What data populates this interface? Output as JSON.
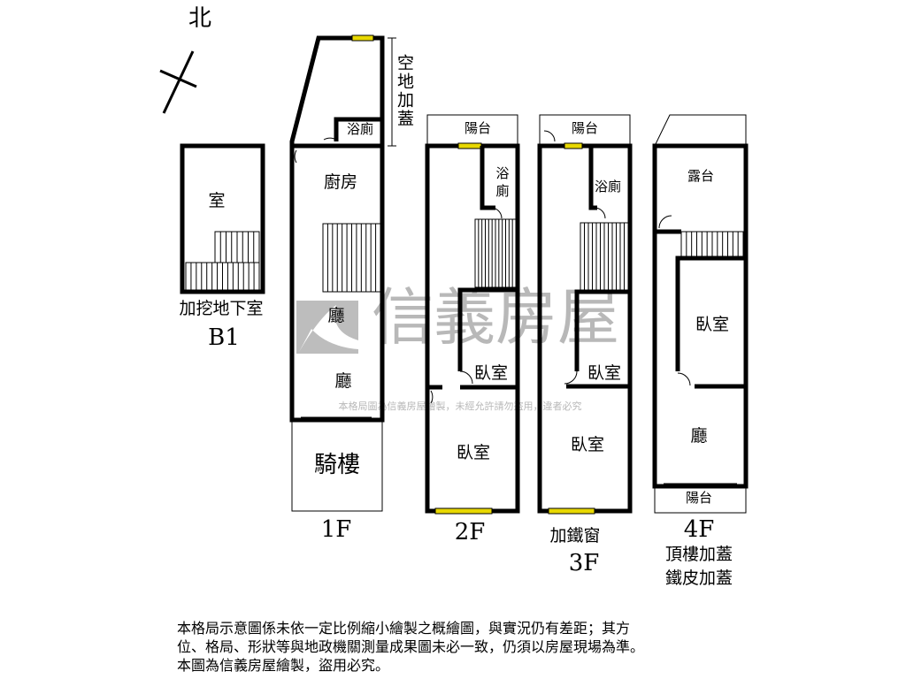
{
  "compass": {
    "north_label": "北"
  },
  "watermark": {
    "brand": "信義房屋",
    "notice": "本格局圖為信義房屋繪製，未經允許請勿盜用，違者必究"
  },
  "floors": {
    "b1": {
      "room": "室",
      "caption": "加挖地下室",
      "floor_label": "B1"
    },
    "f1": {
      "bath": "浴廁",
      "kitchen": "廚房",
      "living1": "廳",
      "living2": "廳",
      "arcade": "騎樓",
      "extension_note": "空地加蓋",
      "floor_label": "1F"
    },
    "f2": {
      "balcony": "陽台",
      "bath_1": "浴",
      "bath_2": "廁",
      "bedroom1": "臥室",
      "bedroom2": "臥室",
      "floor_label": "2F"
    },
    "f3": {
      "balcony": "陽台",
      "bath": "浴廁",
      "bedroom1": "臥室",
      "bedroom2": "臥室",
      "window_note": "加鐵窗",
      "floor_label": "3F"
    },
    "f4": {
      "terrace": "露台",
      "bedroom": "臥室",
      "living": "廳",
      "balcony": "陽台",
      "floor_label": "4F",
      "note1": "頂樓加蓋",
      "note2": "鐵皮加蓋"
    }
  },
  "disclaimer": [
    "本格局示意圖係未依一定比例縮小繪製之概繪圖，與實況仍有差距；其方",
    "位、格局、形狀等與地政機關測量成果圖未必一致，仍須以房屋現場為準。",
    "本圖為信義房屋繪製，盜用必究。"
  ],
  "colors": {
    "wall": "#000000",
    "window": "#e8d800",
    "watermark": "#b8b8b8"
  }
}
